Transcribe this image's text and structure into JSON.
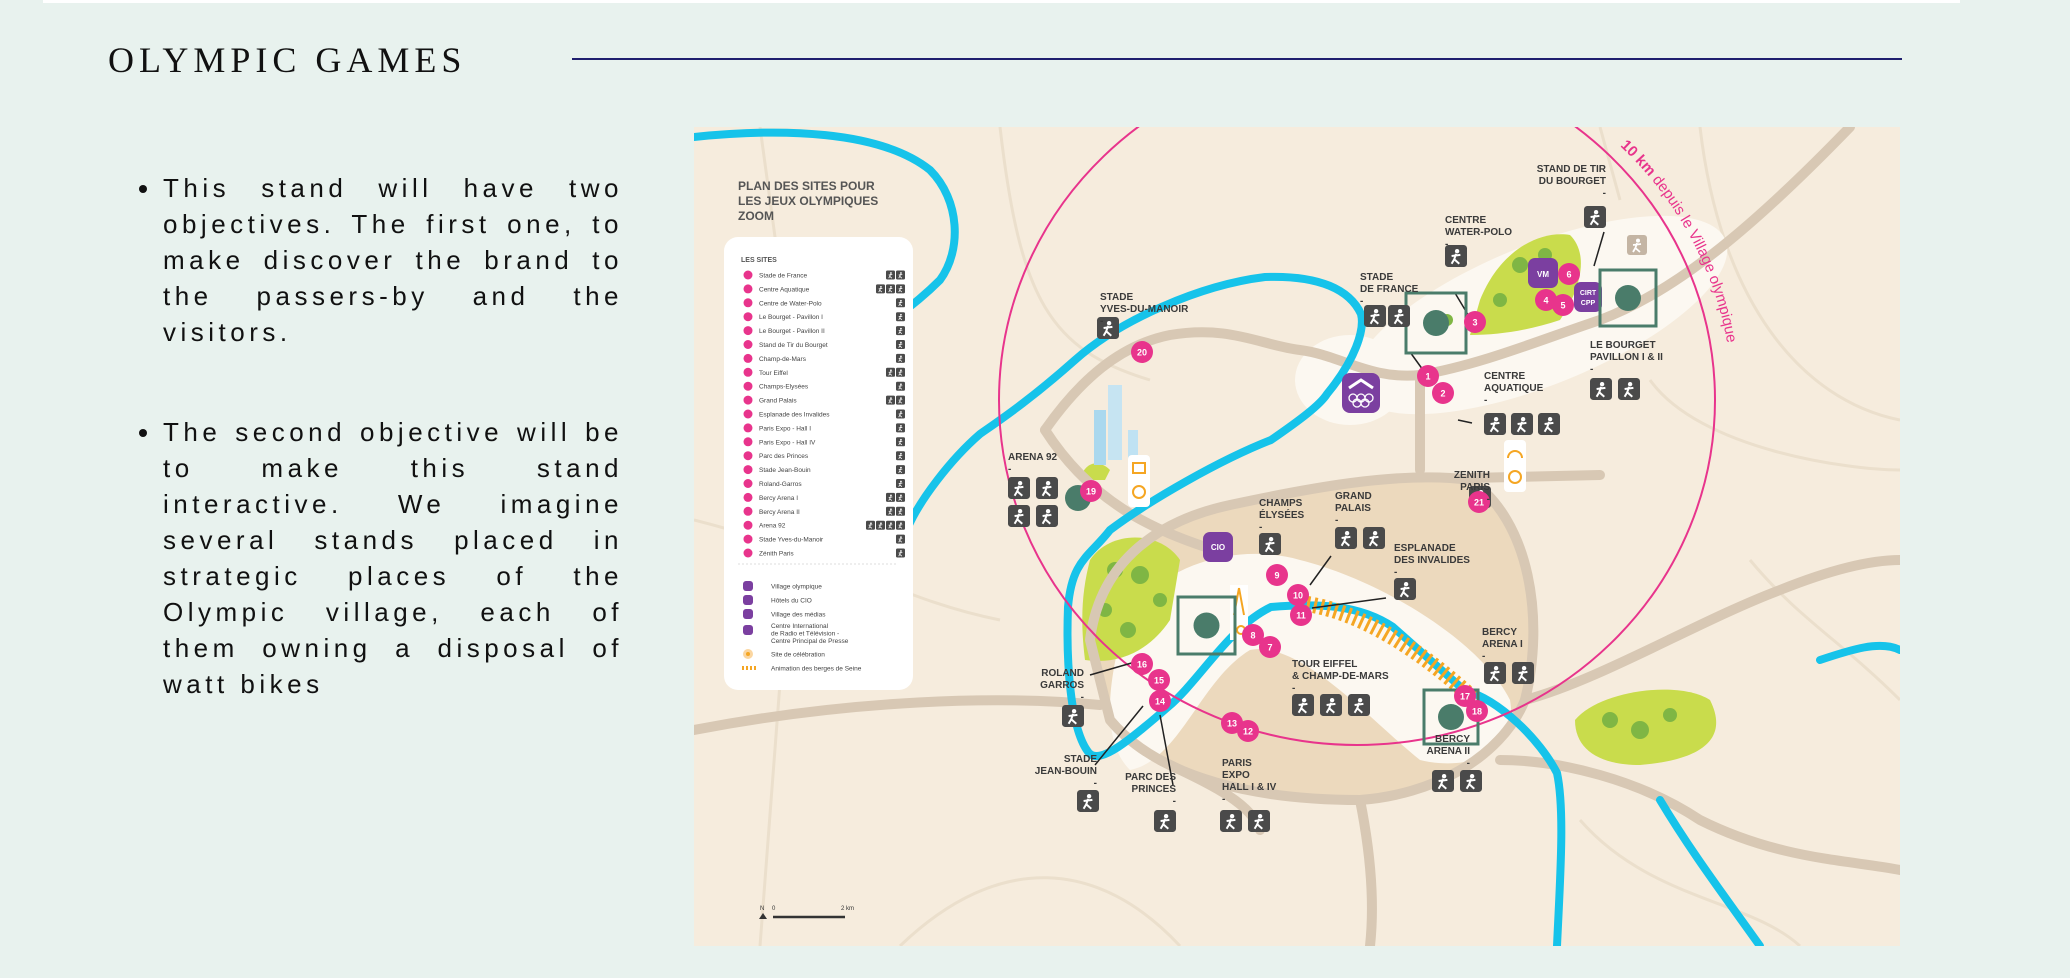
{
  "header": {
    "title": "OLYMPIC GAMES"
  },
  "content": {
    "bullets": [
      "This stand will have two objectives. The first one, to make discover the brand to the passers-by and the visitors.",
      "The second objective will be to make this stand interactive. We imagine several stands placed in strategic places of the Olympic village,  each of them owning a disposal of watt bikes"
    ]
  },
  "map": {
    "title_lines": [
      "PLAN DES SITES POUR",
      "LES JEUX OLYMPIQUES",
      "ZOOM"
    ],
    "radius_label_bold": "10 km",
    "radius_label": " depuis le Village olympique",
    "legend": {
      "sites_heading": "LES SITES",
      "sites": [
        "Stade de France",
        "Centre Aquatique",
        "Centre de Water-Polo",
        "Le Bourget - Pavillon I",
        "Le Bourget - Pavillon II",
        "Stand de Tir du Bourget",
        "Champ-de-Mars",
        "Tour Eiffel",
        "Champs-Elysées",
        "Grand Palais",
        "Esplanade des Invalides",
        "Paris Expo - Hall I",
        "Paris Expo - Hall IV",
        "Parc des Princes",
        "Stade Jean-Bouin",
        "Roland-Garros",
        "Bercy Arena I",
        "Bercy Arena II",
        "Arena 92",
        "Stade Yves-du-Manoir",
        "Zénith Paris"
      ],
      "other": [
        "Village olympique",
        "Hôtels du CIO",
        "Village des médias",
        "Centre International",
        "de Radio et Télévision -",
        "Centre Principal de Presse",
        "Site de célébration",
        "Animation des berges de Seine"
      ]
    },
    "site_labels": [
      [
        "STADE",
        "YVES-DU-MANOIR",
        "-"
      ],
      [
        "STADE",
        "DE FRANCE",
        "-"
      ],
      [
        "CENTRE",
        "WATER-POLO",
        "-"
      ],
      [
        "STAND DE TIR",
        "DU BOURGET",
        "-"
      ],
      [
        "LE BOURGET",
        "PAVILLON I & II",
        "-"
      ],
      [
        "CENTRE",
        "AQUATIQUE",
        "-"
      ],
      [
        "ZENITH",
        "PARIS",
        "-"
      ],
      [
        "ARENA 92",
        "-"
      ],
      [
        "CHAMPS",
        "ÉLYSÉES",
        "-"
      ],
      [
        "GRAND",
        "PALAIS",
        "-"
      ],
      [
        "ESPLANADE",
        "DES INVALIDES",
        "-"
      ],
      [
        "TOUR EIFFEL",
        "& CHAMP-DE-MARS",
        "-"
      ],
      [
        "BERCY",
        "ARENA I",
        "-"
      ],
      [
        "BERCY",
        "ARENA II",
        "-"
      ],
      [
        "ROLAND",
        "GARROS",
        "-"
      ],
      [
        "STADE",
        "JEAN-BOUIN",
        "-"
      ],
      [
        "PARC DES",
        "PRINCES",
        "-"
      ],
      [
        "PARIS",
        "EXPO",
        "HALL I & IV",
        "-"
      ]
    ],
    "markers": [
      "1",
      "2",
      "3",
      "4",
      "5",
      "6",
      "7",
      "8",
      "9",
      "10",
      "11",
      "12",
      "13",
      "14",
      "15",
      "16",
      "17",
      "18",
      "19",
      "20",
      "21"
    ],
    "badges": {
      "vm": "VM",
      "cirt": "CIRT",
      "cpp": "CPP",
      "cio": "CIO"
    },
    "scale": {
      "north": "N",
      "zero": "0",
      "distance": "2 km"
    },
    "colors": {
      "site": "#e8348c",
      "river": "#16c3ea",
      "stand": "#4a7c6a",
      "badge": "#7b3fa0",
      "park": "#c9dc4c"
    }
  }
}
